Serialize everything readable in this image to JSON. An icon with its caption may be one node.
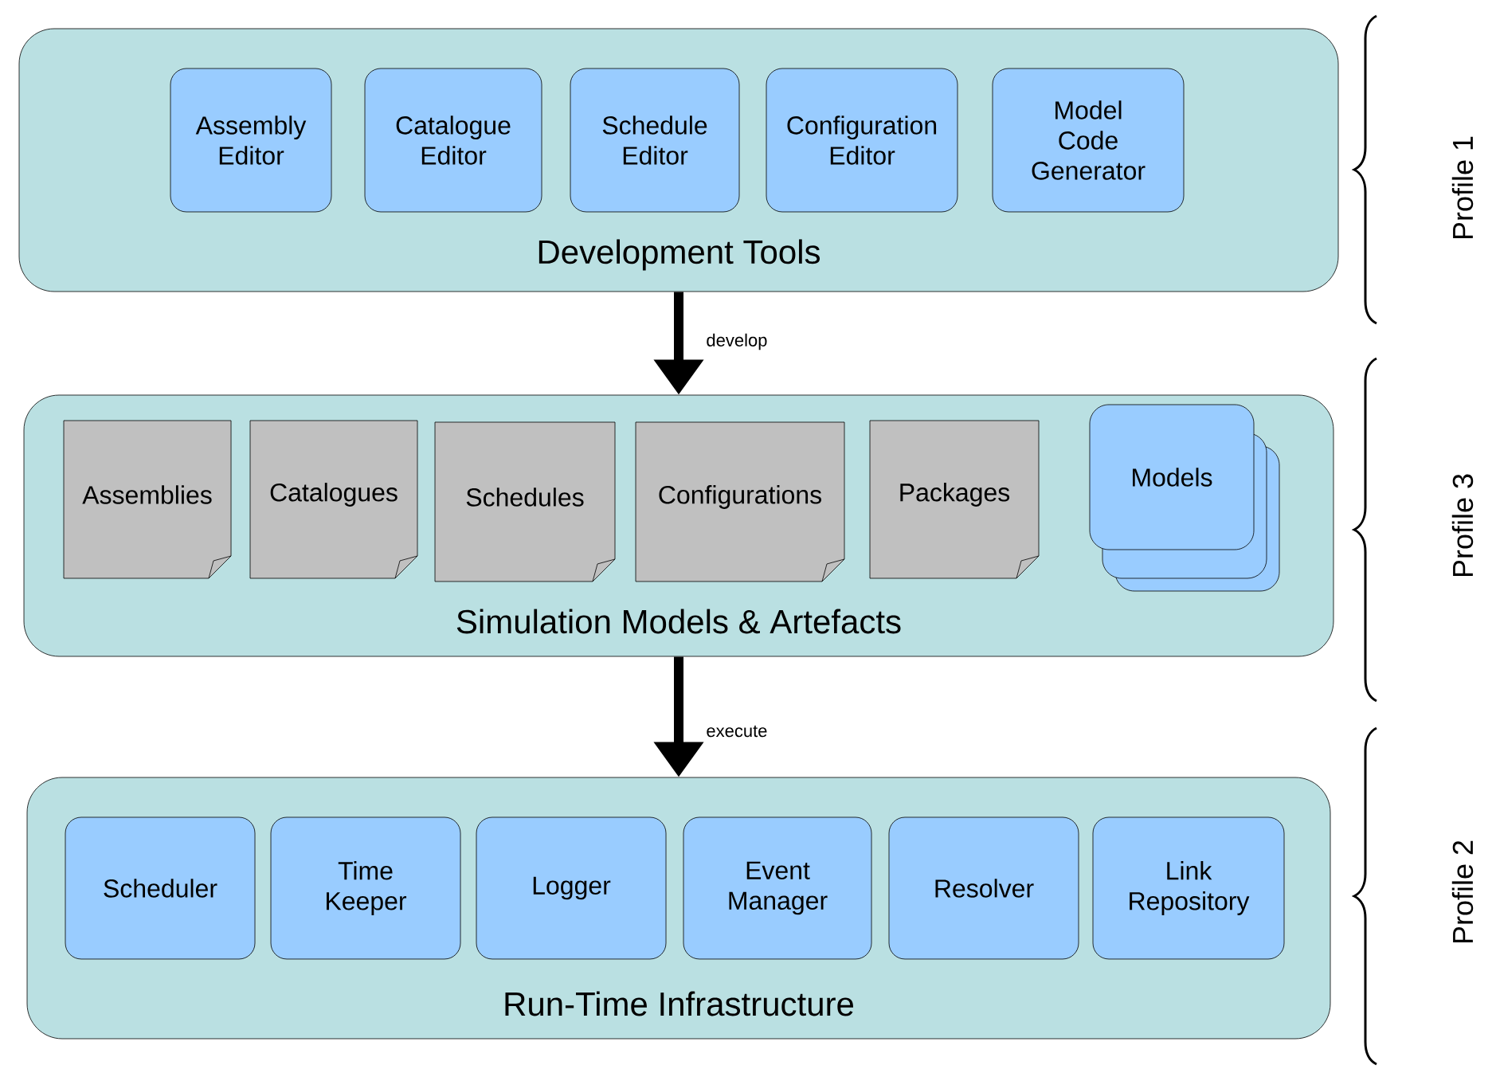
{
  "diagram": {
    "nodes": [
      {
        "text": [
          "Development Tools"
        ]
      },
      {
        "text": [
          "Assembly Editor"
        ],
        "in": 0
      },
      {
        "text": [
          "Catalogue Editor"
        ],
        "in": 0
      },
      {
        "text": [
          "Schedule Editor"
        ],
        "in": 0
      },
      {
        "text": [
          "Configuration Editor"
        ],
        "in": 0
      },
      {
        "text": [
          "Model Code Generator"
        ],
        "in": 0
      },
      {
        "text": [
          "Simulation Models & Artefacts"
        ]
      },
      {
        "text": [
          "Assemblies"
        ],
        "in": 6
      },
      {
        "text": [
          "Catalogues"
        ],
        "in": 6
      },
      {
        "text": [
          "Schedules"
        ],
        "in": 6
      },
      {
        "text": [
          "Configurations"
        ],
        "in": 6
      },
      {
        "text": [
          "Packages"
        ],
        "in": 6
      },
      {
        "text": [
          "Models"
        ],
        "in": 6
      },
      {
        "text": [
          "Run-Time Infrastructure"
        ]
      },
      {
        "text": [
          "Scheduler"
        ],
        "in": 13
      },
      {
        "text": [
          "Time Keeper"
        ],
        "in": 13
      },
      {
        "text": [
          "Logger"
        ],
        "in": 13
      },
      {
        "text": [
          "Event Manager"
        ],
        "in": 13
      },
      {
        "text": [
          "Resolver"
        ],
        "in": 13
      },
      {
        "text": [
          "Link Repository"
        ],
        "in": 13
      }
    ],
    "edges": [
      {
        "from": 0,
        "to": 6,
        "arrow": "to",
        "label": "develop"
      },
      {
        "from": 6,
        "to": 13,
        "arrow": "to",
        "label": "execute"
      }
    ],
    "labels": [
      "Profile 1",
      "Profile 3",
      "Profile 2"
    ]
  }
}
